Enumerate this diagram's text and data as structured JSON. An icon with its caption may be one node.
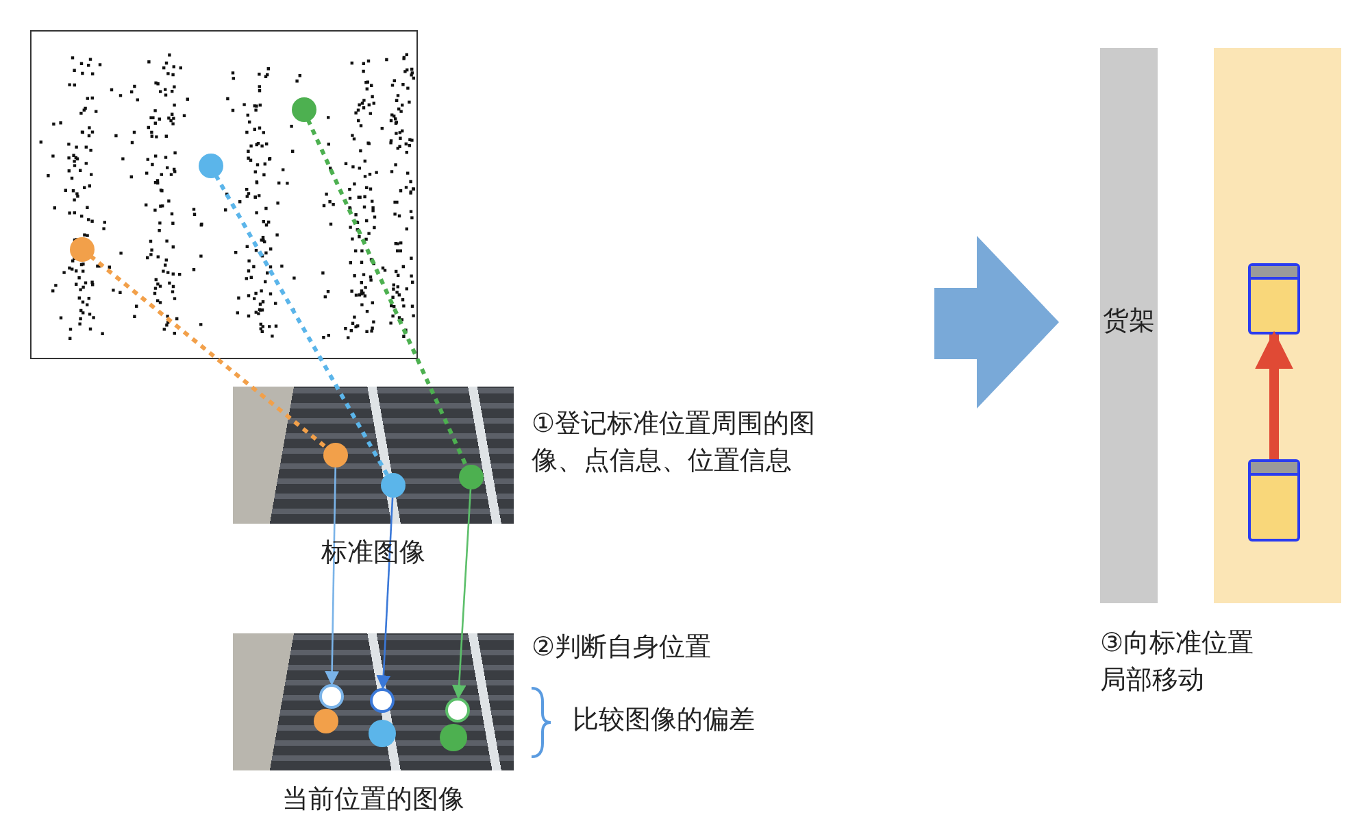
{
  "diagram": {
    "nodes": [
      {
        "text": [],
        "shape": "picture"
      },
      {
        "text": [],
        "shape": "circle",
        "in": 0
      },
      {
        "text": [],
        "shape": "circle",
        "in": 0
      },
      {
        "text": [],
        "shape": "circle",
        "in": 0
      },
      {
        "text": [],
        "shape": "picture",
        "beside": [
          "标准图像"
        ]
      },
      {
        "text": [],
        "shape": "circle",
        "in": 4
      },
      {
        "text": [],
        "shape": "circle",
        "in": 4
      },
      {
        "text": [],
        "shape": "circle",
        "in": 4
      },
      {
        "text": [],
        "shape": "picture",
        "beside": [
          "当前位置的图像"
        ]
      },
      {
        "text": [],
        "shape": "circle",
        "in": 8
      },
      {
        "text": [],
        "shape": "circle",
        "in": 8
      },
      {
        "text": [],
        "shape": "circle",
        "in": 8
      },
      {
        "text": [],
        "shape": "circle",
        "in": 8
      },
      {
        "text": [],
        "shape": "circle",
        "in": 8
      },
      {
        "text": [],
        "shape": "circle",
        "in": 8
      },
      {
        "text": [
          "货架"
        ]
      },
      {
        "text": [],
        "shape": "bar"
      },
      {
        "text": [],
        "shape": "box",
        "in": 16
      },
      {
        "text": [],
        "shape": "box",
        "in": 16
      }
    ],
    "edges": [
      {
        "from": 1,
        "to": 5,
        "arrow": "none",
        "style": "dashed",
        "color": "#f2a04a"
      },
      {
        "from": 2,
        "to": 6,
        "arrow": "none",
        "style": "dashed",
        "color": "#5bb5ea"
      },
      {
        "from": 3,
        "to": 7,
        "arrow": "none",
        "style": "dashed",
        "color": "#4db050"
      },
      {
        "from": 5,
        "to": 9,
        "arrow": "to",
        "color": "#7ab3e8"
      },
      {
        "from": 6,
        "to": 10,
        "arrow": "to",
        "color": "#3a78d8"
      },
      {
        "from": 7,
        "to": 11,
        "arrow": "to",
        "color": "#5cbf6a"
      },
      {
        "from": 18,
        "to": 17,
        "arrow": "to",
        "style": "thick",
        "color": "#e04a35"
      }
    ],
    "labels": [
      "①登记标准位置周围的图像、点信息、位置信息",
      "②判断自身位置",
      "比较图像的偏差",
      "③向标准位置局部移动"
    ]
  }
}
